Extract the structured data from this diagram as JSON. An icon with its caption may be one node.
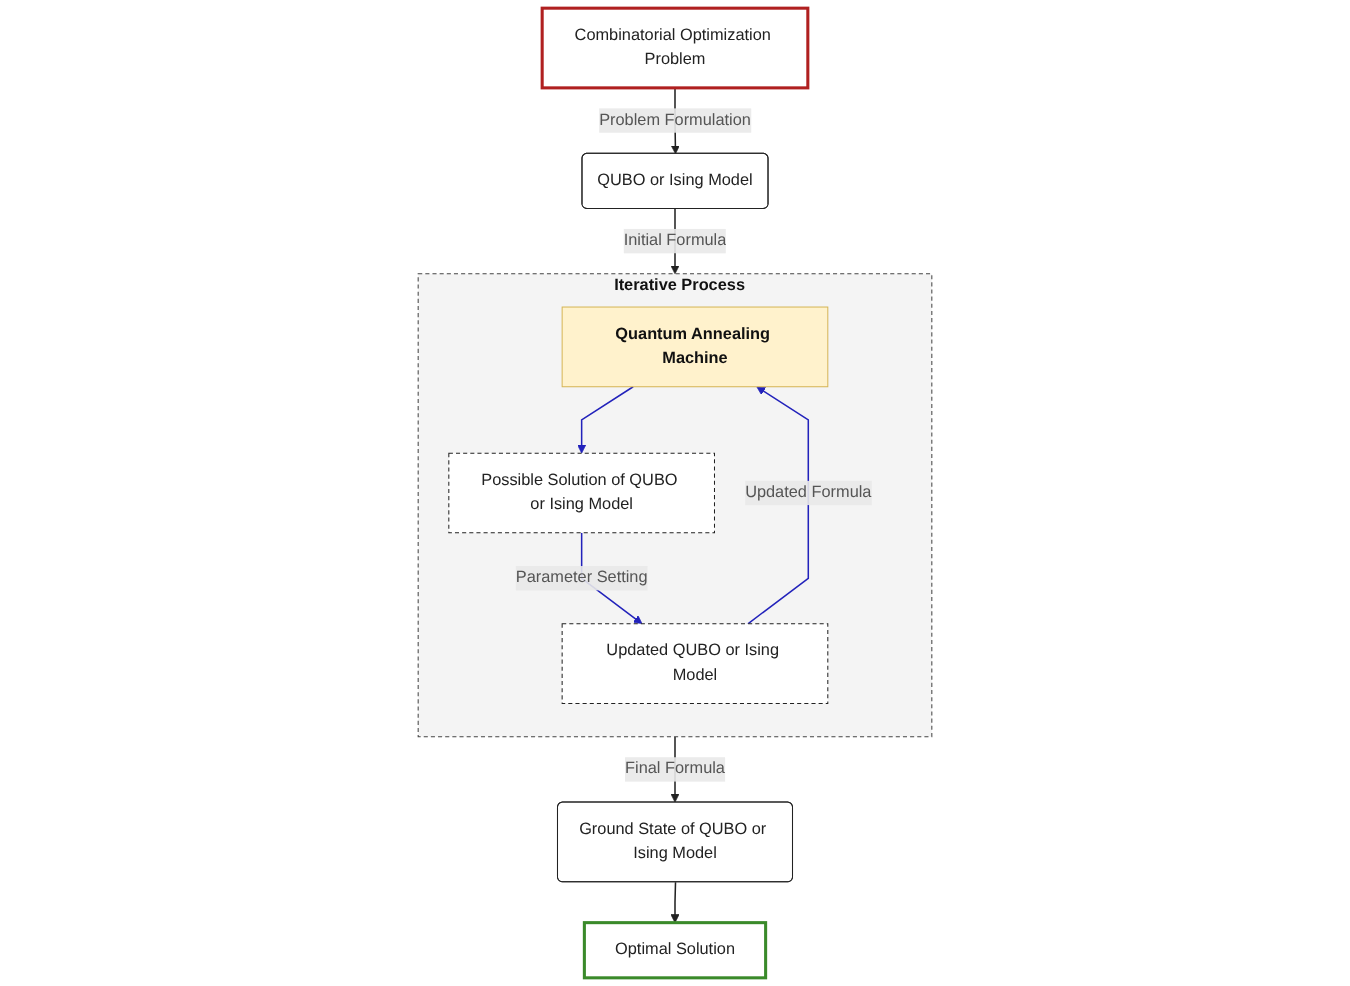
{
  "diagram": {
    "nodes": [
      {
        "text": [
          "Combinatorial Optimization Problem"
        ]
      },
      {
        "text": [
          "QUBO or Ising Model"
        ]
      },
      {
        "text": [
          "Iterative Process"
        ]
      },
      {
        "text": [
          "Quantum Annealing Machine"
        ],
        "in": 2
      },
      {
        "text": [
          "Possible Solution of QUBO or Ising Model"
        ],
        "in": 2
      },
      {
        "text": [
          "Updated QUBO or Ising Model"
        ],
        "in": 2
      },
      {
        "text": [
          "Ground State of QUBO or Ising Model"
        ]
      },
      {
        "text": [
          "Optimal Solution"
        ]
      }
    ],
    "edges": [
      {
        "from": 0,
        "to": 1,
        "arrow": "to",
        "label": "Problem Formulation"
      },
      {
        "from": 1,
        "to": 2,
        "arrow": "to",
        "label": "Initial Formula"
      },
      {
        "from": 3,
        "to": 4,
        "arrow": "to",
        "color": "#2222bb"
      },
      {
        "from": 4,
        "to": 5,
        "arrow": "to",
        "label": "Parameter Setting",
        "color": "#2222bb"
      },
      {
        "from": 5,
        "to": 3,
        "arrow": "to",
        "label": "Updated Formula",
        "color": "#2222bb"
      },
      {
        "from": 2,
        "to": 6,
        "arrow": "to",
        "label": "Final Formula"
      },
      {
        "from": 6,
        "to": 7,
        "arrow": "to"
      }
    ]
  }
}
